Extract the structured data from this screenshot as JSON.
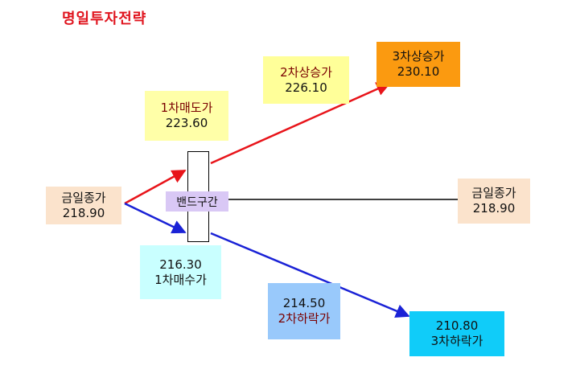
{
  "title": "명일투자전략",
  "colors": {
    "title": "#e0141e",
    "up_line": "#e8141a",
    "down_line": "#1a22d6",
    "flat_line": "#000000",
    "dark_red_text": "#7a0000"
  },
  "band": {
    "label": "밴드구간"
  },
  "boxes": {
    "close_left": {
      "line1": "금일종가",
      "line2": "218.90",
      "bg": "#fbe3cc"
    },
    "close_right": {
      "line1": "금일종가",
      "line2": "218.90",
      "bg": "#fbe3cc"
    },
    "sell1": {
      "line1": "1차매도가",
      "line2": "223.60",
      "bg": "#ffffa8"
    },
    "up2": {
      "line1": "2차상승가",
      "line2": "226.10",
      "bg": "#ffff99"
    },
    "up3": {
      "line1": "3차상승가",
      "line2": "230.10",
      "bg": "#fb9a10"
    },
    "buy1": {
      "line1": "216.30",
      "line2": "1차매수가",
      "bg": "#c9ffff"
    },
    "down2": {
      "line1": "214.50",
      "line2": "2차하락가",
      "bg": "#99c9fb"
    },
    "down3": {
      "line1": "210.80",
      "line2": "3차하락가",
      "bg": "#10ccf9"
    }
  }
}
